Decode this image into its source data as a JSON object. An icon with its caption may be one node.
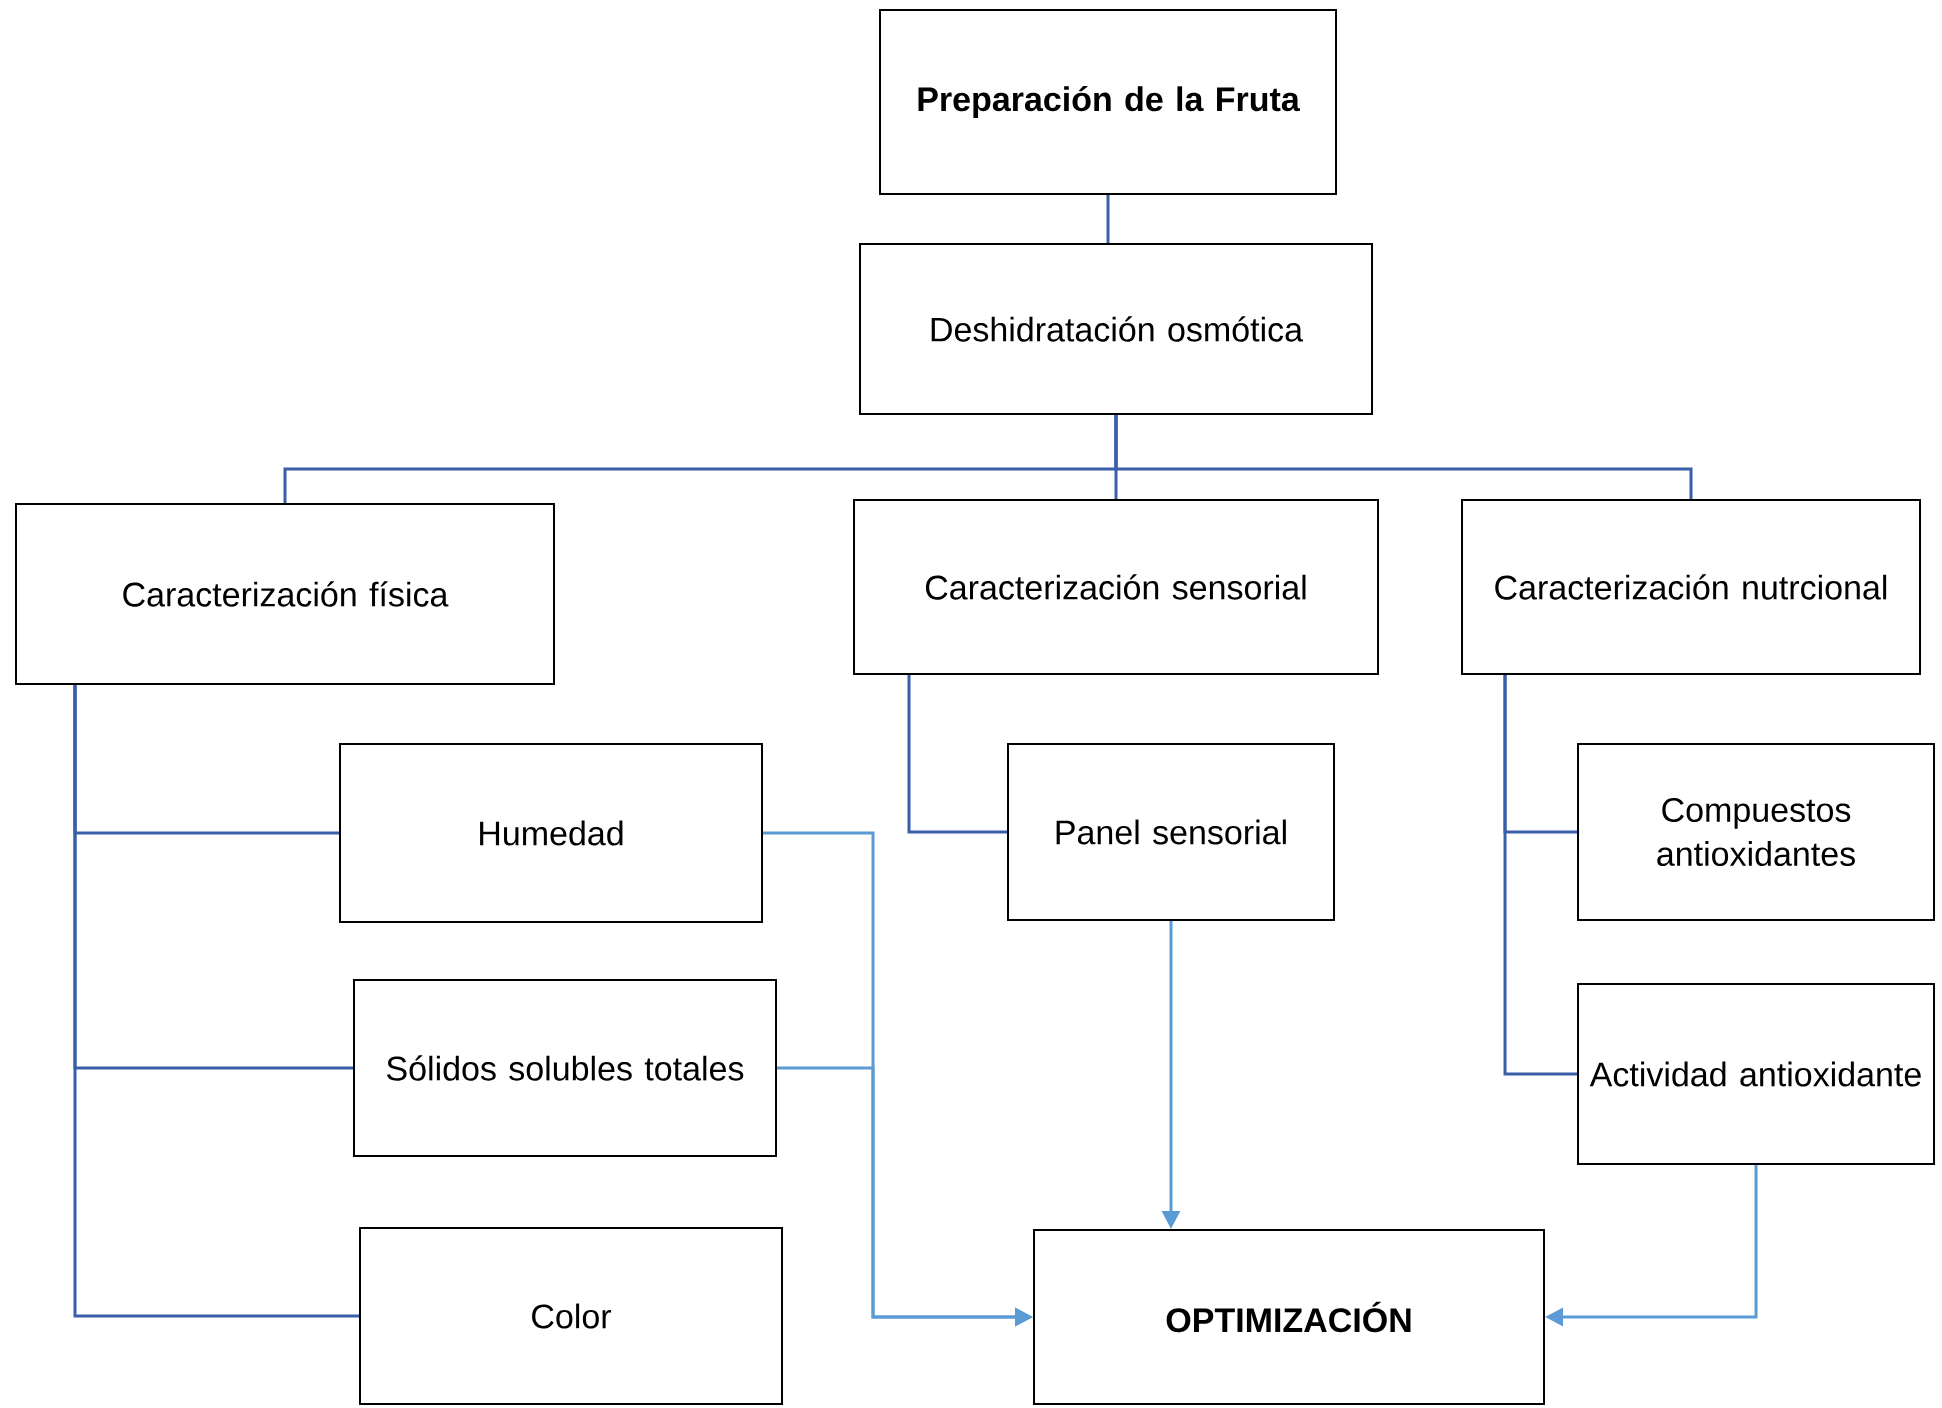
{
  "diagram": {
    "nodes": [
      {
        "text": [
          "Preparación de la Fruta"
        ]
      },
      {
        "text": [
          "Deshidratación osmótica"
        ]
      },
      {
        "text": [
          "Caracterización física"
        ]
      },
      {
        "text": [
          "Caracterización sensorial"
        ]
      },
      {
        "text": [
          "Caracterización nutrcional"
        ]
      },
      {
        "text": [
          "Humedad"
        ]
      },
      {
        "text": [
          "Sólidos solubles totales"
        ]
      },
      {
        "text": [
          "Color"
        ]
      },
      {
        "text": [
          "Panel sensorial"
        ]
      },
      {
        "text": [
          "Compuestos antioxidantes"
        ]
      },
      {
        "text": [
          "Actividad antioxidante"
        ]
      },
      {
        "text": [
          "OPTIMIZACIÓN"
        ]
      }
    ],
    "edges": [
      {
        "from": 0,
        "to": 1,
        "arrow": "none"
      },
      {
        "from": 1,
        "to": 2,
        "arrow": "none"
      },
      {
        "from": 1,
        "to": 3,
        "arrow": "none"
      },
      {
        "from": 1,
        "to": 4,
        "arrow": "none"
      },
      {
        "from": 2,
        "to": 5,
        "arrow": "none"
      },
      {
        "from": 2,
        "to": 6,
        "arrow": "none"
      },
      {
        "from": 2,
        "to": 7,
        "arrow": "none"
      },
      {
        "from": 3,
        "to": 8,
        "arrow": "none"
      },
      {
        "from": 4,
        "to": 9,
        "arrow": "none"
      },
      {
        "from": 4,
        "to": 10,
        "arrow": "none"
      },
      {
        "from": 5,
        "to": 11,
        "arrow": "to",
        "color": "#5b9bd5"
      },
      {
        "from": 6,
        "to": 11,
        "arrow": "to",
        "color": "#5b9bd5"
      },
      {
        "from": 8,
        "to": 11,
        "arrow": "to",
        "color": "#5b9bd5"
      },
      {
        "from": 10,
        "to": 11,
        "arrow": "to",
        "color": "#5b9bd5"
      }
    ]
  }
}
